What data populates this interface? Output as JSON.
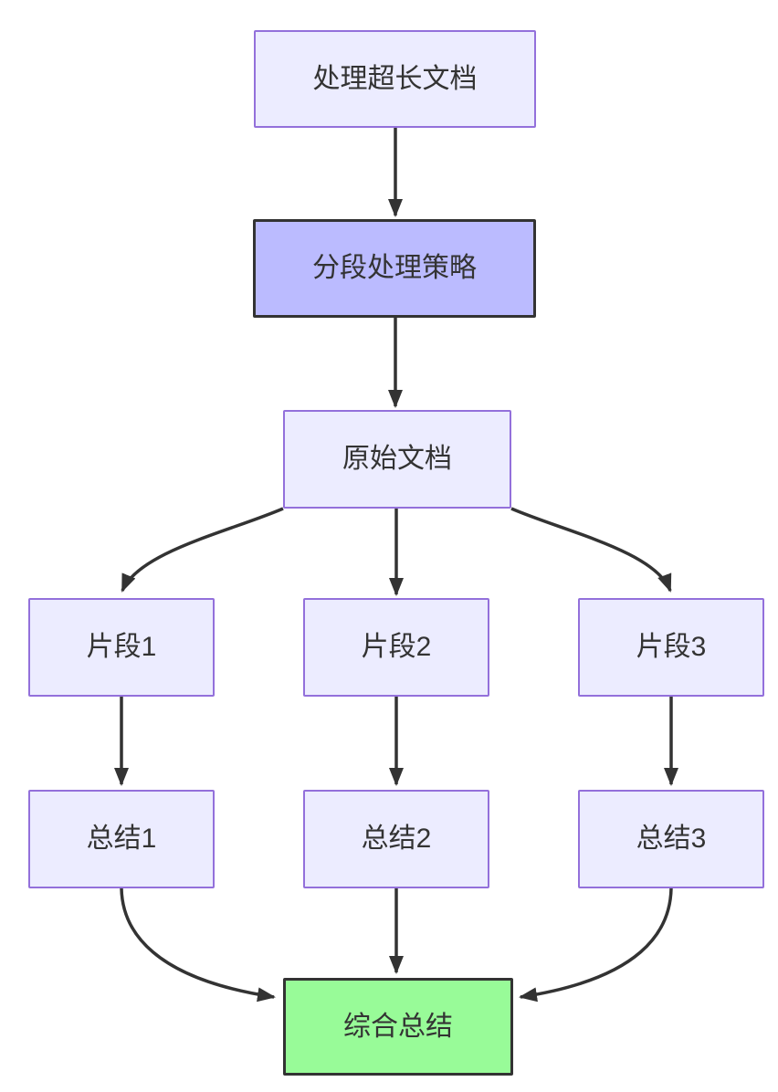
{
  "diagram": {
    "type": "flowchart-top-down",
    "nodes": [
      {
        "id": "A",
        "label": "处理超长文档",
        "style": "default"
      },
      {
        "id": "B",
        "label": "分段处理策略",
        "style": "emphasis_purple"
      },
      {
        "id": "C",
        "label": "原始文档",
        "style": "default"
      },
      {
        "id": "D1",
        "label": "片段1",
        "style": "default"
      },
      {
        "id": "D2",
        "label": "片段2",
        "style": "default"
      },
      {
        "id": "D3",
        "label": "片段3",
        "style": "default"
      },
      {
        "id": "S1",
        "label": "总结1",
        "style": "default"
      },
      {
        "id": "S2",
        "label": "总结2",
        "style": "default"
      },
      {
        "id": "S3",
        "label": "总结3",
        "style": "default"
      },
      {
        "id": "E",
        "label": "综合总结",
        "style": "emphasis_green"
      }
    ],
    "edges": [
      {
        "from": "处理超长文档",
        "to": "分段处理策略"
      },
      {
        "from": "分段处理策略",
        "to": "原始文档"
      },
      {
        "from": "原始文档",
        "to": "片段1"
      },
      {
        "from": "原始文档",
        "to": "片段2"
      },
      {
        "from": "原始文档",
        "to": "片段3"
      },
      {
        "from": "片段1",
        "to": "总结1"
      },
      {
        "from": "片段2",
        "to": "总结2"
      },
      {
        "from": "片段3",
        "to": "总结3"
      },
      {
        "from": "总结1",
        "to": "综合总结"
      },
      {
        "from": "总结2",
        "to": "综合总结"
      },
      {
        "from": "总结3",
        "to": "综合总结"
      }
    ]
  },
  "styles": {
    "default": {
      "fill": "#ECECFF",
      "stroke": "#9370DB",
      "stroke_width": "2px"
    },
    "emphasis_purple": {
      "fill": "#BBBBFF",
      "stroke": "#333333",
      "stroke_width": "3.5px"
    },
    "emphasis_green": {
      "fill": "#98FB98",
      "stroke": "#333333",
      "stroke_width": "3.5px"
    }
  },
  "colors": {
    "edge": "#333333",
    "text": "#333333",
    "background": "#FFFFFF"
  }
}
